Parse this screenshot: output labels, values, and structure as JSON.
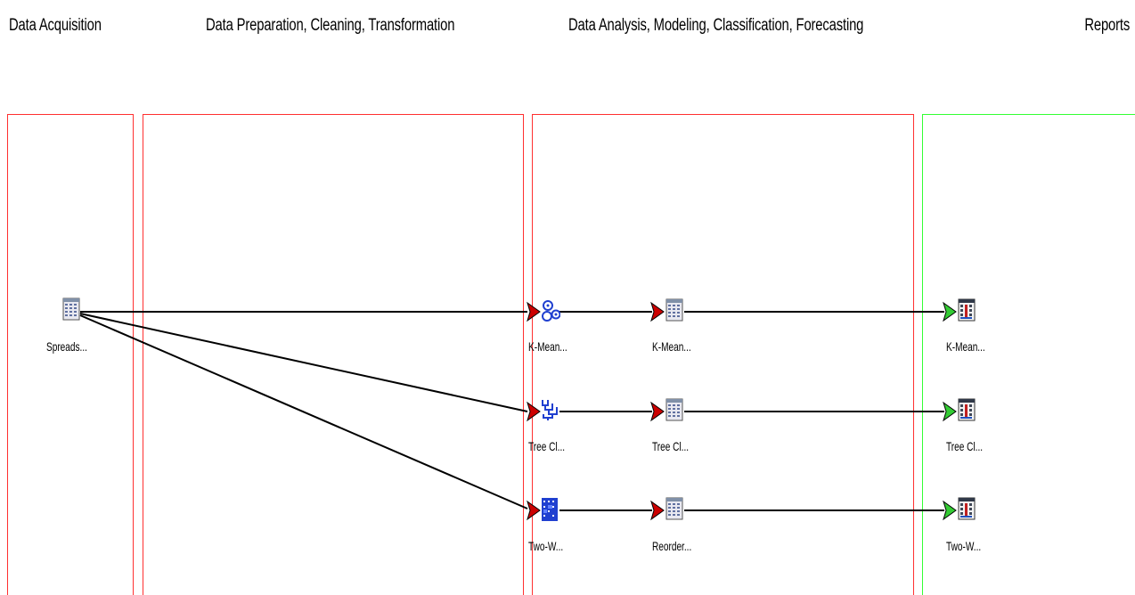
{
  "headers": {
    "acquisition": "Data Acquisition",
    "preparation": "Data Preparation, Cleaning, Transformation",
    "analysis": "Data Analysis, Modeling, Classification, Forecasting",
    "reports": "Reports"
  },
  "nodes": {
    "spreadsheet": {
      "label": "Spreads...",
      "icon": "spreadsheet-icon"
    },
    "kmeans_analysis": {
      "label": "K-Mean...",
      "icon": "kmeans-clustering-icon"
    },
    "kmeans_result": {
      "label": "K-Mean...",
      "icon": "spreadsheet-icon"
    },
    "kmeans_report": {
      "label": "K-Mean...",
      "icon": "report-icon"
    },
    "tree_analysis": {
      "label": "Tree Cl...",
      "icon": "tree-clustering-icon"
    },
    "tree_result": {
      "label": "Tree Cl...",
      "icon": "spreadsheet-icon"
    },
    "tree_report": {
      "label": "Tree Cl...",
      "icon": "report-icon"
    },
    "twoway_analysis": {
      "label": "Two-W...",
      "icon": "two-way-joining-icon"
    },
    "reorder_result": {
      "label": "Reorder...",
      "icon": "spreadsheet-icon"
    },
    "twoway_report": {
      "label": "Two-W...",
      "icon": "report-icon"
    }
  },
  "colors": {
    "panel_border": "#ff3030",
    "report_panel_border": "#33ff33",
    "input_arrow": "#cc0000",
    "report_arrow": "#33cc33",
    "wire": "#000000"
  }
}
